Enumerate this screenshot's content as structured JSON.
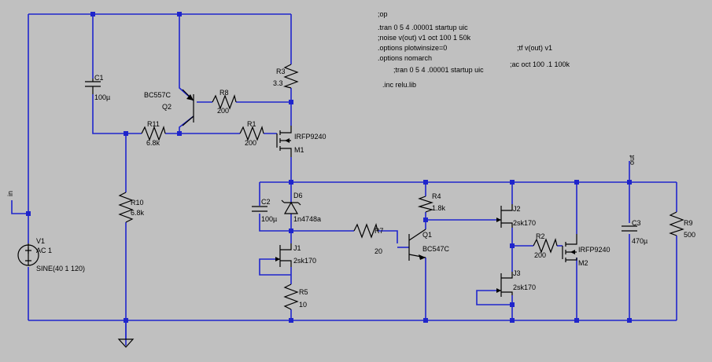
{
  "directives": {
    "op": ";op",
    "tran1": ".tran 0 5 4 .00001 startup uic",
    "noise": ";noise v(out) v1 oct 100 1 50k",
    "plotwinsize": ".options plotwinsize=0",
    "tf": ";tf v(out) v1",
    "nomarch": ".options nomarch",
    "ac": ";ac oct 100 .1 100k",
    "tran2": ";tran 0 5 4 .00001 startup uic",
    "inc": ".inc relu.lib"
  },
  "nets": {
    "in": "in",
    "out": "out"
  },
  "components": {
    "V1": {
      "name": "V1",
      "ac": "AC 1",
      "value": "SINE(40 1 120)"
    },
    "C1": {
      "name": "C1",
      "value": "100µ"
    },
    "C2": {
      "name": "C2",
      "value": "100µ"
    },
    "C3": {
      "name": "C3",
      "value": "470µ"
    },
    "Q2": {
      "name": "Q2",
      "model": "BC557C"
    },
    "Q1": {
      "name": "Q1",
      "model": "BC547C"
    },
    "R1": {
      "name": "R1",
      "value": "200"
    },
    "R2": {
      "name": "R2",
      "value": "200"
    },
    "R3": {
      "name": "R3",
      "value": "3.3"
    },
    "R4": {
      "name": "R4",
      "value": "1.8k"
    },
    "R5": {
      "name": "R5",
      "value": "10"
    },
    "R7": {
      "name": "R7",
      "value": "20"
    },
    "R8": {
      "name": "R8",
      "value": "200"
    },
    "R9": {
      "name": "R9",
      "value": "500"
    },
    "R10": {
      "name": "R10",
      "value": "6.8k"
    },
    "R11": {
      "name": "R11",
      "value": "6.8k"
    },
    "M1": {
      "name": "M1",
      "model": "IRFP9240"
    },
    "M2": {
      "name": "M2",
      "model": "IRFP9240"
    },
    "D6": {
      "name": "D6",
      "model": "1n4748a"
    },
    "J1": {
      "name": "J1",
      "model": "2sk170"
    },
    "J2": {
      "name": "J2",
      "model": "2sk170"
    },
    "J3": {
      "name": "J3",
      "model": "2sk170"
    }
  },
  "colors": {
    "background": "#c0c0c0",
    "wire": "#1f25cc",
    "component": "#000000"
  }
}
